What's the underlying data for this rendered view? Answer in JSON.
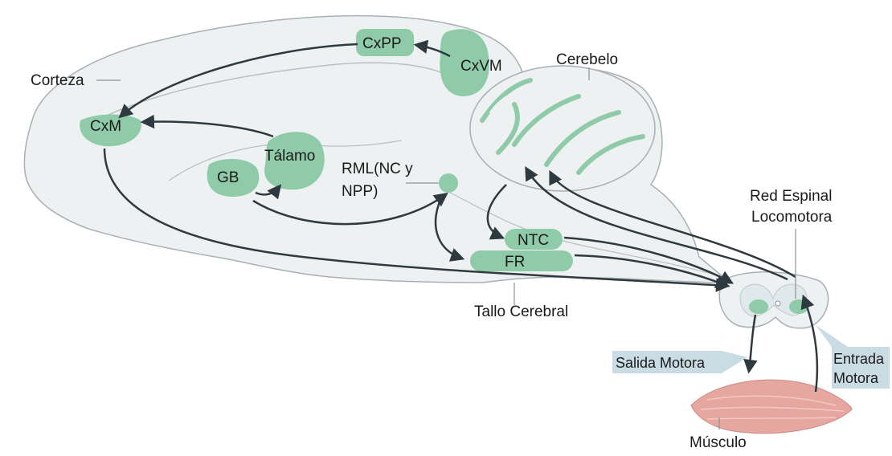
{
  "colors": {
    "tissue_fill": "#edf1f2",
    "tissue_stroke": "#a9b0b3",
    "region_green": "#8fcba8",
    "arrow": "#2f3a40",
    "label_tag": "#c9dce3",
    "muscle": "#e6a7a1"
  },
  "labels": {
    "corteza": "Corteza",
    "cerebelo": "Cerebelo",
    "rml_line1": "RML(NC y",
    "rml_line2": "NPP)",
    "red_espinal_line1": "Red Espinal",
    "red_espinal_line2": "Locomotora",
    "tallo_cerebral": "Tallo Cerebral",
    "salida_motora": "Salida Motora",
    "entrada_line1": "Entrada",
    "entrada_line2": "Motora",
    "musculo": "Músculo"
  },
  "regions": {
    "cxpp": "CxPP",
    "cxvm": "CxVM",
    "cxm": "CxM",
    "talamo": "Tálamo",
    "gb": "GB",
    "ntc": "NTC",
    "fr": "FR"
  }
}
